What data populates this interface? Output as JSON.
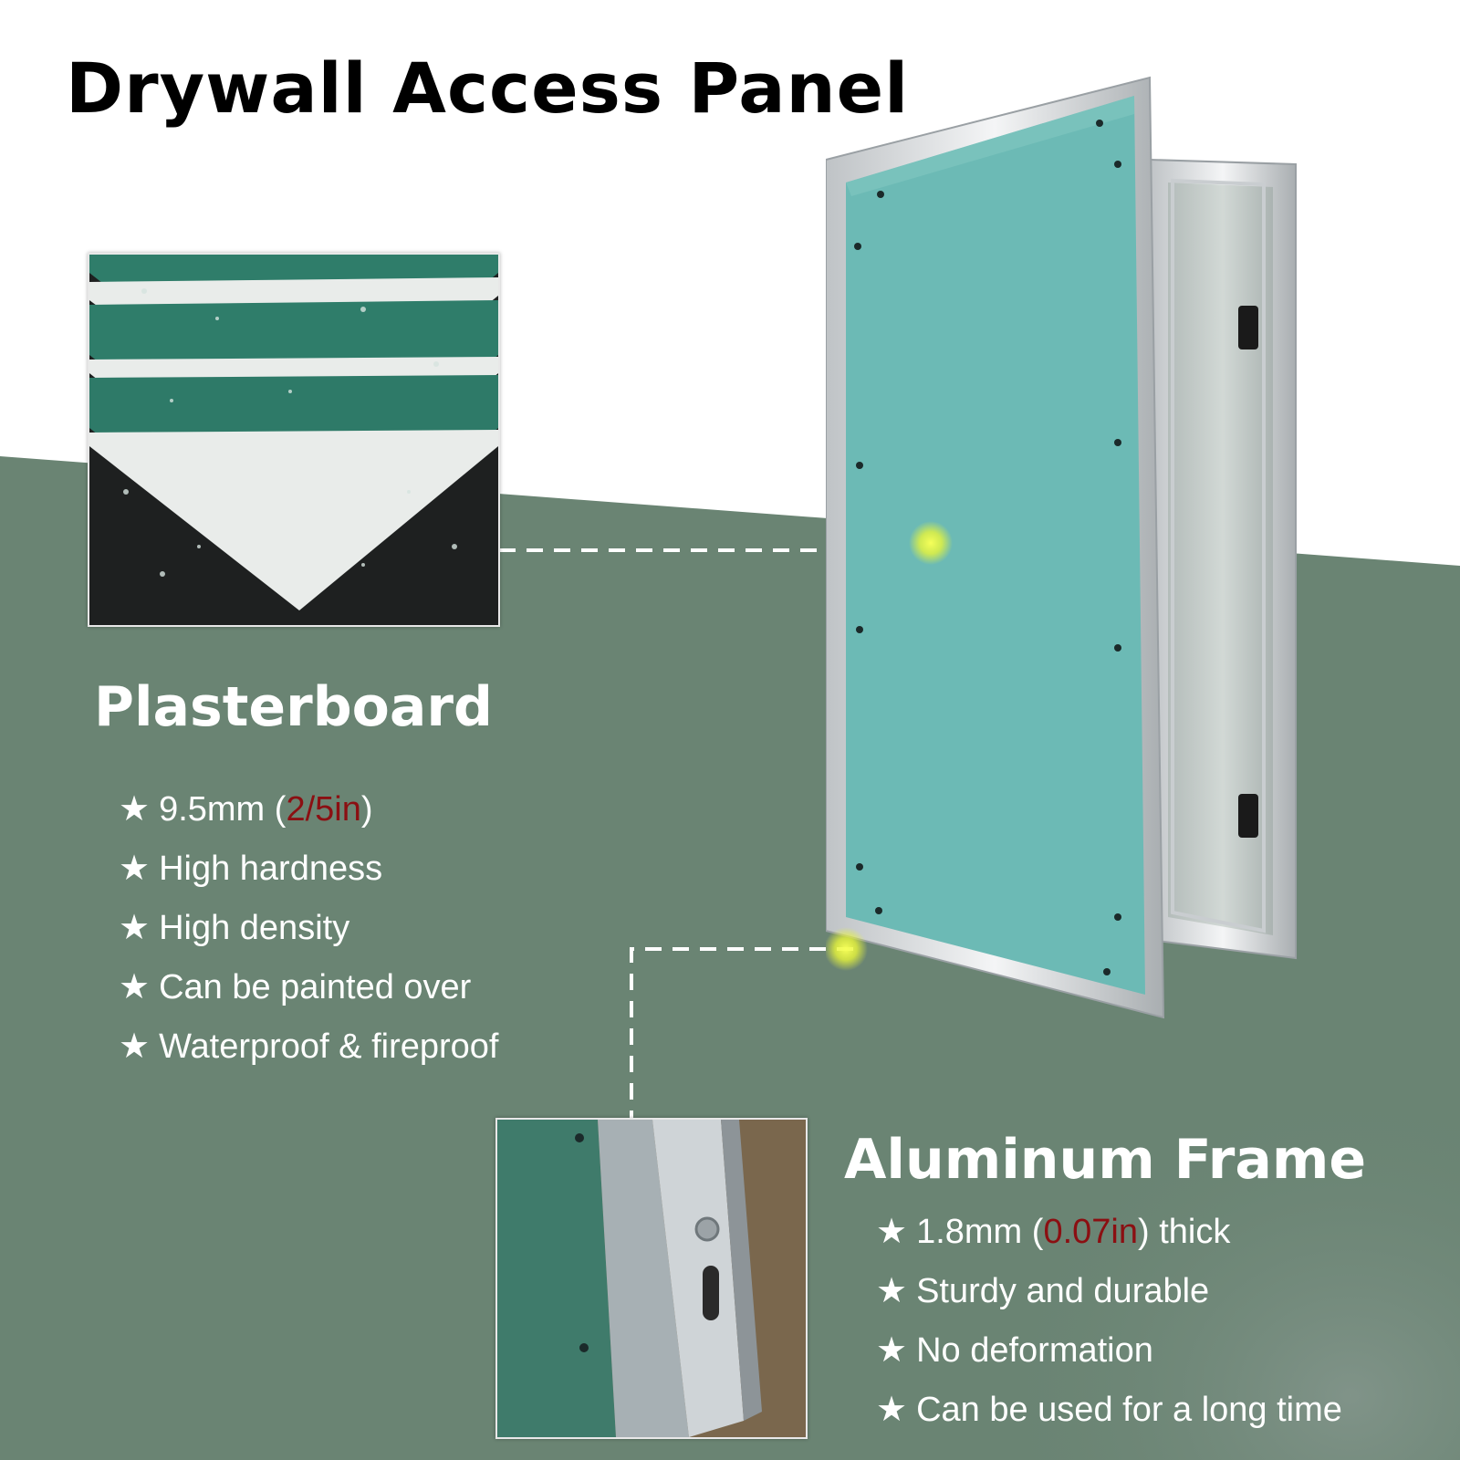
{
  "title": "Drywall Access Panel",
  "plasterboard": {
    "heading": "Plasterboard",
    "features": [
      {
        "star": "★",
        "pre": "9.5mm (",
        "hl": "2/5in",
        "post": ")"
      },
      {
        "star": "★",
        "pre": "High hardness",
        "hl": "",
        "post": ""
      },
      {
        "star": "★",
        "pre": "High density",
        "hl": "",
        "post": ""
      },
      {
        "star": "★",
        "pre": "Can be painted over",
        "hl": "",
        "post": ""
      },
      {
        "star": "★",
        "pre": "Waterproof & fireproof",
        "hl": "",
        "post": ""
      }
    ]
  },
  "aluminum": {
    "heading": "Aluminum Frame",
    "features": [
      {
        "star": "★",
        "pre": "1.8mm (",
        "hl": "0.07in",
        "post": ") thick"
      },
      {
        "star": "★",
        "pre": "Sturdy and durable",
        "hl": "",
        "post": ""
      },
      {
        "star": "★",
        "pre": "No deformation",
        "hl": "",
        "post": ""
      },
      {
        "star": "★",
        "pre": "Can be used for a long time",
        "hl": "",
        "post": ""
      }
    ]
  },
  "colors": {
    "background_green": "#6a8473",
    "board_teal": "#6cbab5",
    "highlight_red": "#8b0f12",
    "marker_yellow": "#e8f53a"
  }
}
